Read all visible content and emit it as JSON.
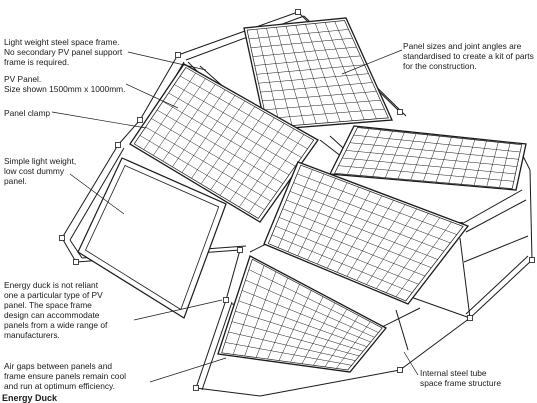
{
  "annotations": {
    "space_frame": "Light weight steel space frame.\nNo secondary PV panel support\nframe is required.",
    "pv_panel": "PV Panel.\nSize shown 1500mm x 1000mm.",
    "panel_clamp": "Panel clamp",
    "dummy_panel": "Simple light weight,\nlow cost dummy\npanel.",
    "energy_duck": "Energy duck is not reliant\none a particular type of PV\npanel. The space frame\ndesign can accommodate\npanels from a wide range of\nmanufacturers.",
    "air_gaps": "Air gaps between panels and\nframe ensure panels remain cool\nand run at optimum efficiency.",
    "panel_sizes": "Panel sizes and joint angles are\nstandardised to create a kit of parts\nfor the construction.",
    "internal_tube": "Internal steel tube\nspace frame structure",
    "cut_off_heading": "Energy Duck"
  },
  "colors": {
    "ink": "#1a1a1a",
    "paper": "#ffffff"
  }
}
